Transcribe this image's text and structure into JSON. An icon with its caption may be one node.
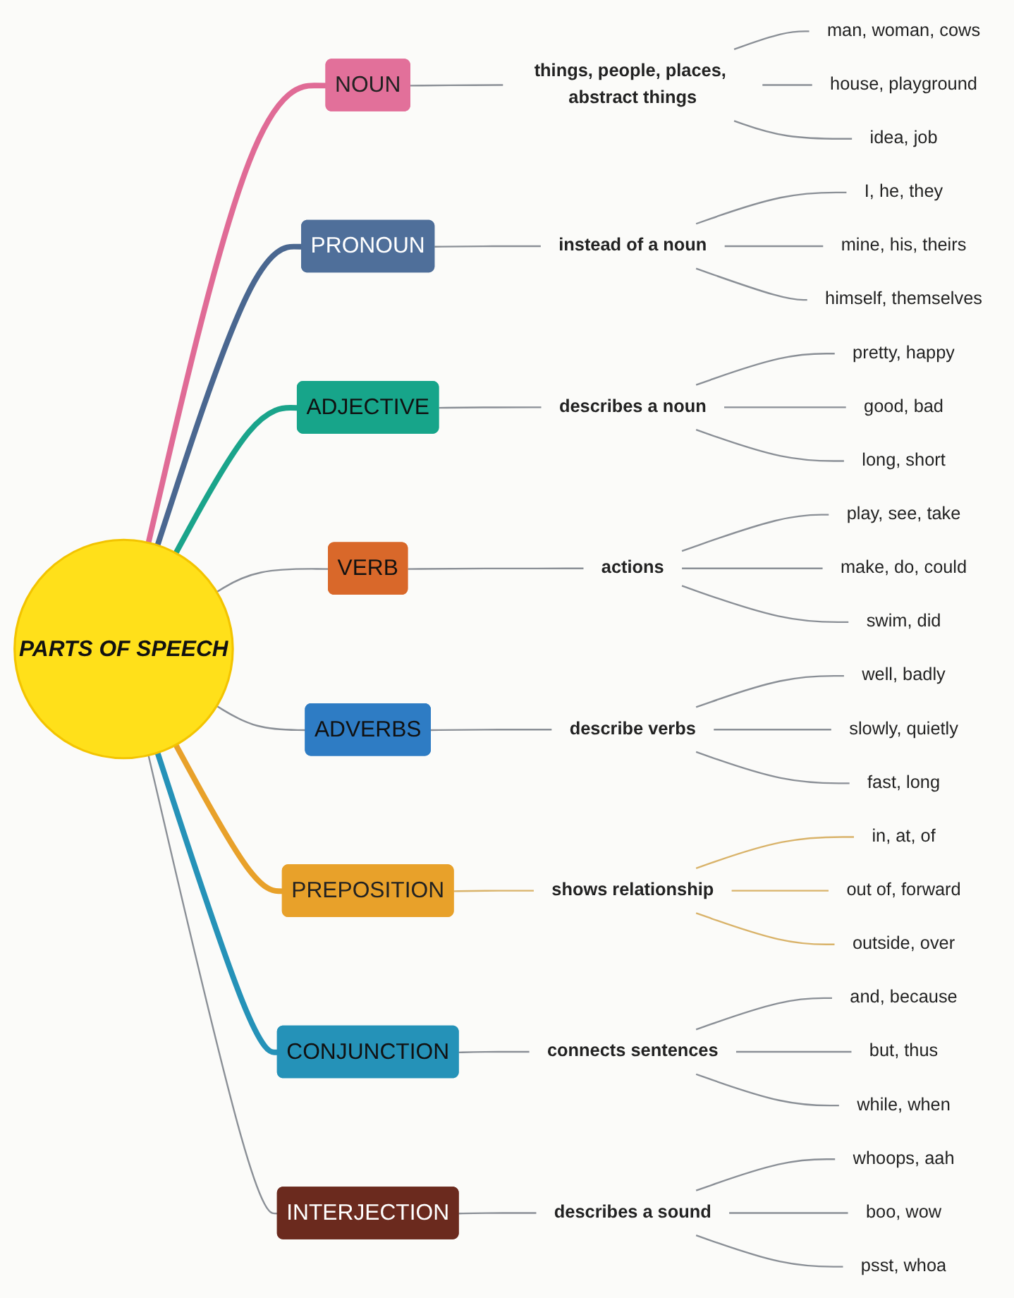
{
  "diagram": {
    "nodes": [
      {
        "text": [
          "PARTS OF SPEECH"
        ]
      },
      {
        "text": [
          "NOUN"
        ]
      },
      {
        "text": [
          "things, people, places, abstract things"
        ]
      },
      {
        "text": [
          "man, woman, cows"
        ]
      },
      {
        "text": [
          "house, playground"
        ]
      },
      {
        "text": [
          "idea, job"
        ]
      },
      {
        "text": [
          "PRONOUN"
        ]
      },
      {
        "text": [
          "instead of a noun"
        ]
      },
      {
        "text": [
          "I, he, they"
        ]
      },
      {
        "text": [
          "mine, his, theirs"
        ]
      },
      {
        "text": [
          "himself, themselves"
        ]
      },
      {
        "text": [
          "ADJECTIVE"
        ]
      },
      {
        "text": [
          "describes a noun"
        ]
      },
      {
        "text": [
          "pretty, happy"
        ]
      },
      {
        "text": [
          "good, bad"
        ]
      },
      {
        "text": [
          "long, short"
        ]
      },
      {
        "text": [
          "VERB"
        ]
      },
      {
        "text": [
          "actions"
        ]
      },
      {
        "text": [
          "play, see, take"
        ]
      },
      {
        "text": [
          "make, do, could"
        ]
      },
      {
        "text": [
          "swim, did"
        ]
      },
      {
        "text": [
          "ADVERBS"
        ]
      },
      {
        "text": [
          "describe verbs"
        ]
      },
      {
        "text": [
          "well, badly"
        ]
      },
      {
        "text": [
          "slowly, quietly"
        ]
      },
      {
        "text": [
          "fast, long"
        ]
      },
      {
        "text": [
          "PREPOSITION"
        ]
      },
      {
        "text": [
          "shows relationship"
        ]
      },
      {
        "text": [
          "in, at, of"
        ]
      },
      {
        "text": [
          "out of, forward"
        ]
      },
      {
        "text": [
          "outside, over"
        ]
      },
      {
        "text": [
          "CONJUNCTION"
        ]
      },
      {
        "text": [
          "connects sentences"
        ]
      },
      {
        "text": [
          "and, because"
        ]
      },
      {
        "text": [
          "but, thus"
        ]
      },
      {
        "text": [
          "while, when"
        ]
      },
      {
        "text": [
          "INTERJECTION"
        ]
      },
      {
        "text": [
          "describes a sound"
        ]
      },
      {
        "text": [
          "whoops, aah"
        ]
      },
      {
        "text": [
          "boo, wow"
        ]
      },
      {
        "text": [
          "psst, whoa"
        ]
      }
    ],
    "edges": [
      {
        "from": 0,
        "to": 1,
        "arrow": "none",
        "style": "thick",
        "color": "#e06b96"
      },
      {
        "from": 1,
        "to": 2,
        "arrow": "none"
      },
      {
        "from": 2,
        "to": 3,
        "arrow": "none"
      },
      {
        "from": 2,
        "to": 4,
        "arrow": "none"
      },
      {
        "from": 2,
        "to": 5,
        "arrow": "none"
      },
      {
        "from": 0,
        "to": 6,
        "arrow": "none",
        "style": "thick",
        "color": "#4a6790"
      },
      {
        "from": 6,
        "to": 7,
        "arrow": "none"
      },
      {
        "from": 7,
        "to": 8,
        "arrow": "none"
      },
      {
        "from": 7,
        "to": 9,
        "arrow": "none"
      },
      {
        "from": 7,
        "to": 10,
        "arrow": "none"
      },
      {
        "from": 0,
        "to": 11,
        "arrow": "none",
        "style": "thick",
        "color": "#1aa48b"
      },
      {
        "from": 11,
        "to": 12,
        "arrow": "none"
      },
      {
        "from": 12,
        "to": 13,
        "arrow": "none"
      },
      {
        "from": 12,
        "to": 14,
        "arrow": "none"
      },
      {
        "from": 12,
        "to": 15,
        "arrow": "none"
      },
      {
        "from": 0,
        "to": 16,
        "arrow": "none"
      },
      {
        "from": 16,
        "to": 17,
        "arrow": "none"
      },
      {
        "from": 17,
        "to": 18,
        "arrow": "none"
      },
      {
        "from": 17,
        "to": 19,
        "arrow": "none"
      },
      {
        "from": 17,
        "to": 20,
        "arrow": "none"
      },
      {
        "from": 0,
        "to": 21,
        "arrow": "none"
      },
      {
        "from": 21,
        "to": 22,
        "arrow": "none"
      },
      {
        "from": 22,
        "to": 23,
        "arrow": "none"
      },
      {
        "from": 22,
        "to": 24,
        "arrow": "none"
      },
      {
        "from": 22,
        "to": 25,
        "arrow": "none"
      },
      {
        "from": 0,
        "to": 26,
        "arrow": "none",
        "style": "thick",
        "color": "#e8a12a"
      },
      {
        "from": 26,
        "to": 27,
        "arrow": "none",
        "color": "#d9b36a"
      },
      {
        "from": 27,
        "to": 28,
        "arrow": "none",
        "color": "#d9b36a"
      },
      {
        "from": 27,
        "to": 29,
        "arrow": "none",
        "color": "#d9b36a"
      },
      {
        "from": 27,
        "to": 30,
        "arrow": "none",
        "color": "#d9b36a"
      },
      {
        "from": 0,
        "to": 31,
        "arrow": "none",
        "style": "thick",
        "color": "#2592b8"
      },
      {
        "from": 31,
        "to": 32,
        "arrow": "none"
      },
      {
        "from": 32,
        "to": 33,
        "arrow": "none"
      },
      {
        "from": 32,
        "to": 34,
        "arrow": "none"
      },
      {
        "from": 32,
        "to": 35,
        "arrow": "none"
      },
      {
        "from": 0,
        "to": 36,
        "arrow": "none"
      },
      {
        "from": 36,
        "to": 37,
        "arrow": "none"
      },
      {
        "from": 37,
        "to": 38,
        "arrow": "none"
      },
      {
        "from": 37,
        "to": 39,
        "arrow": "none"
      },
      {
        "from": 37,
        "to": 40,
        "arrow": "none"
      }
    ]
  }
}
